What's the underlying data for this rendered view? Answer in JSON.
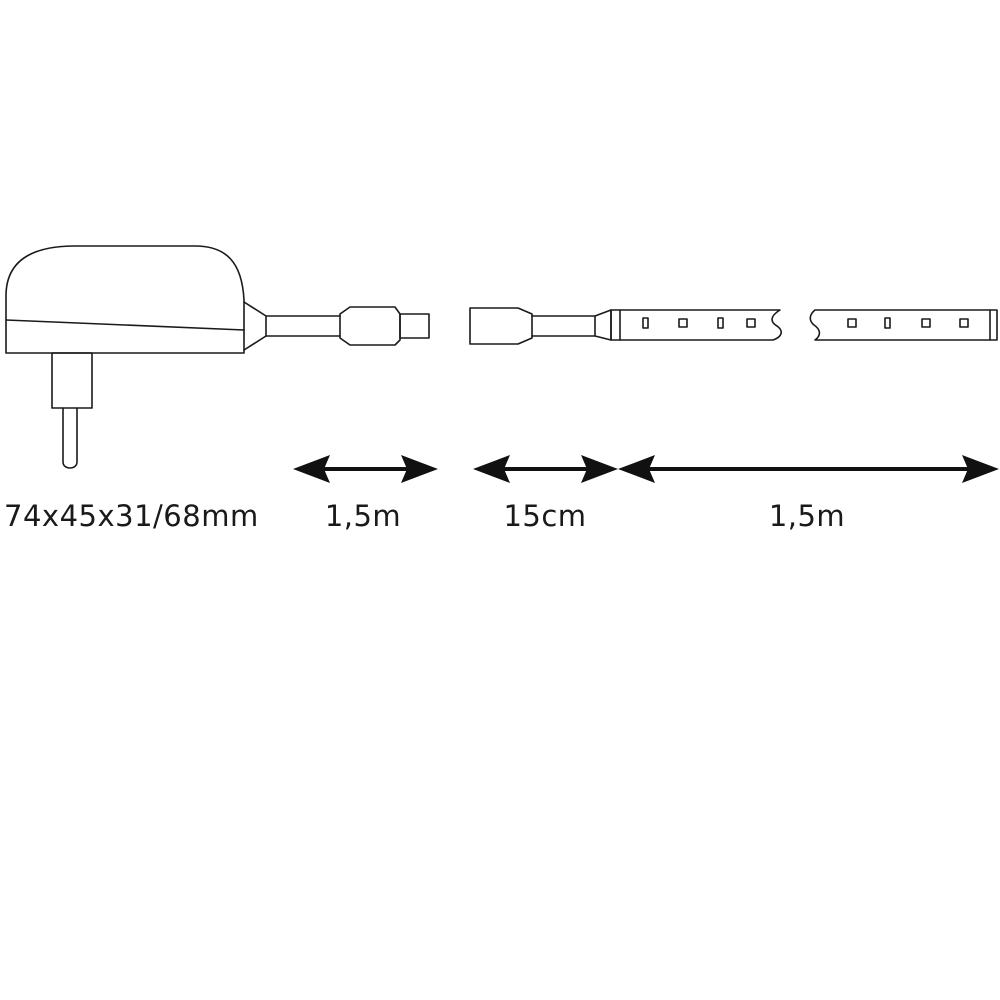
{
  "labels": {
    "adapter_dimensions": "74x45x31/68mm",
    "cable_length": "1,5m",
    "connector_length": "15cm",
    "strip_length": "1,5m"
  }
}
